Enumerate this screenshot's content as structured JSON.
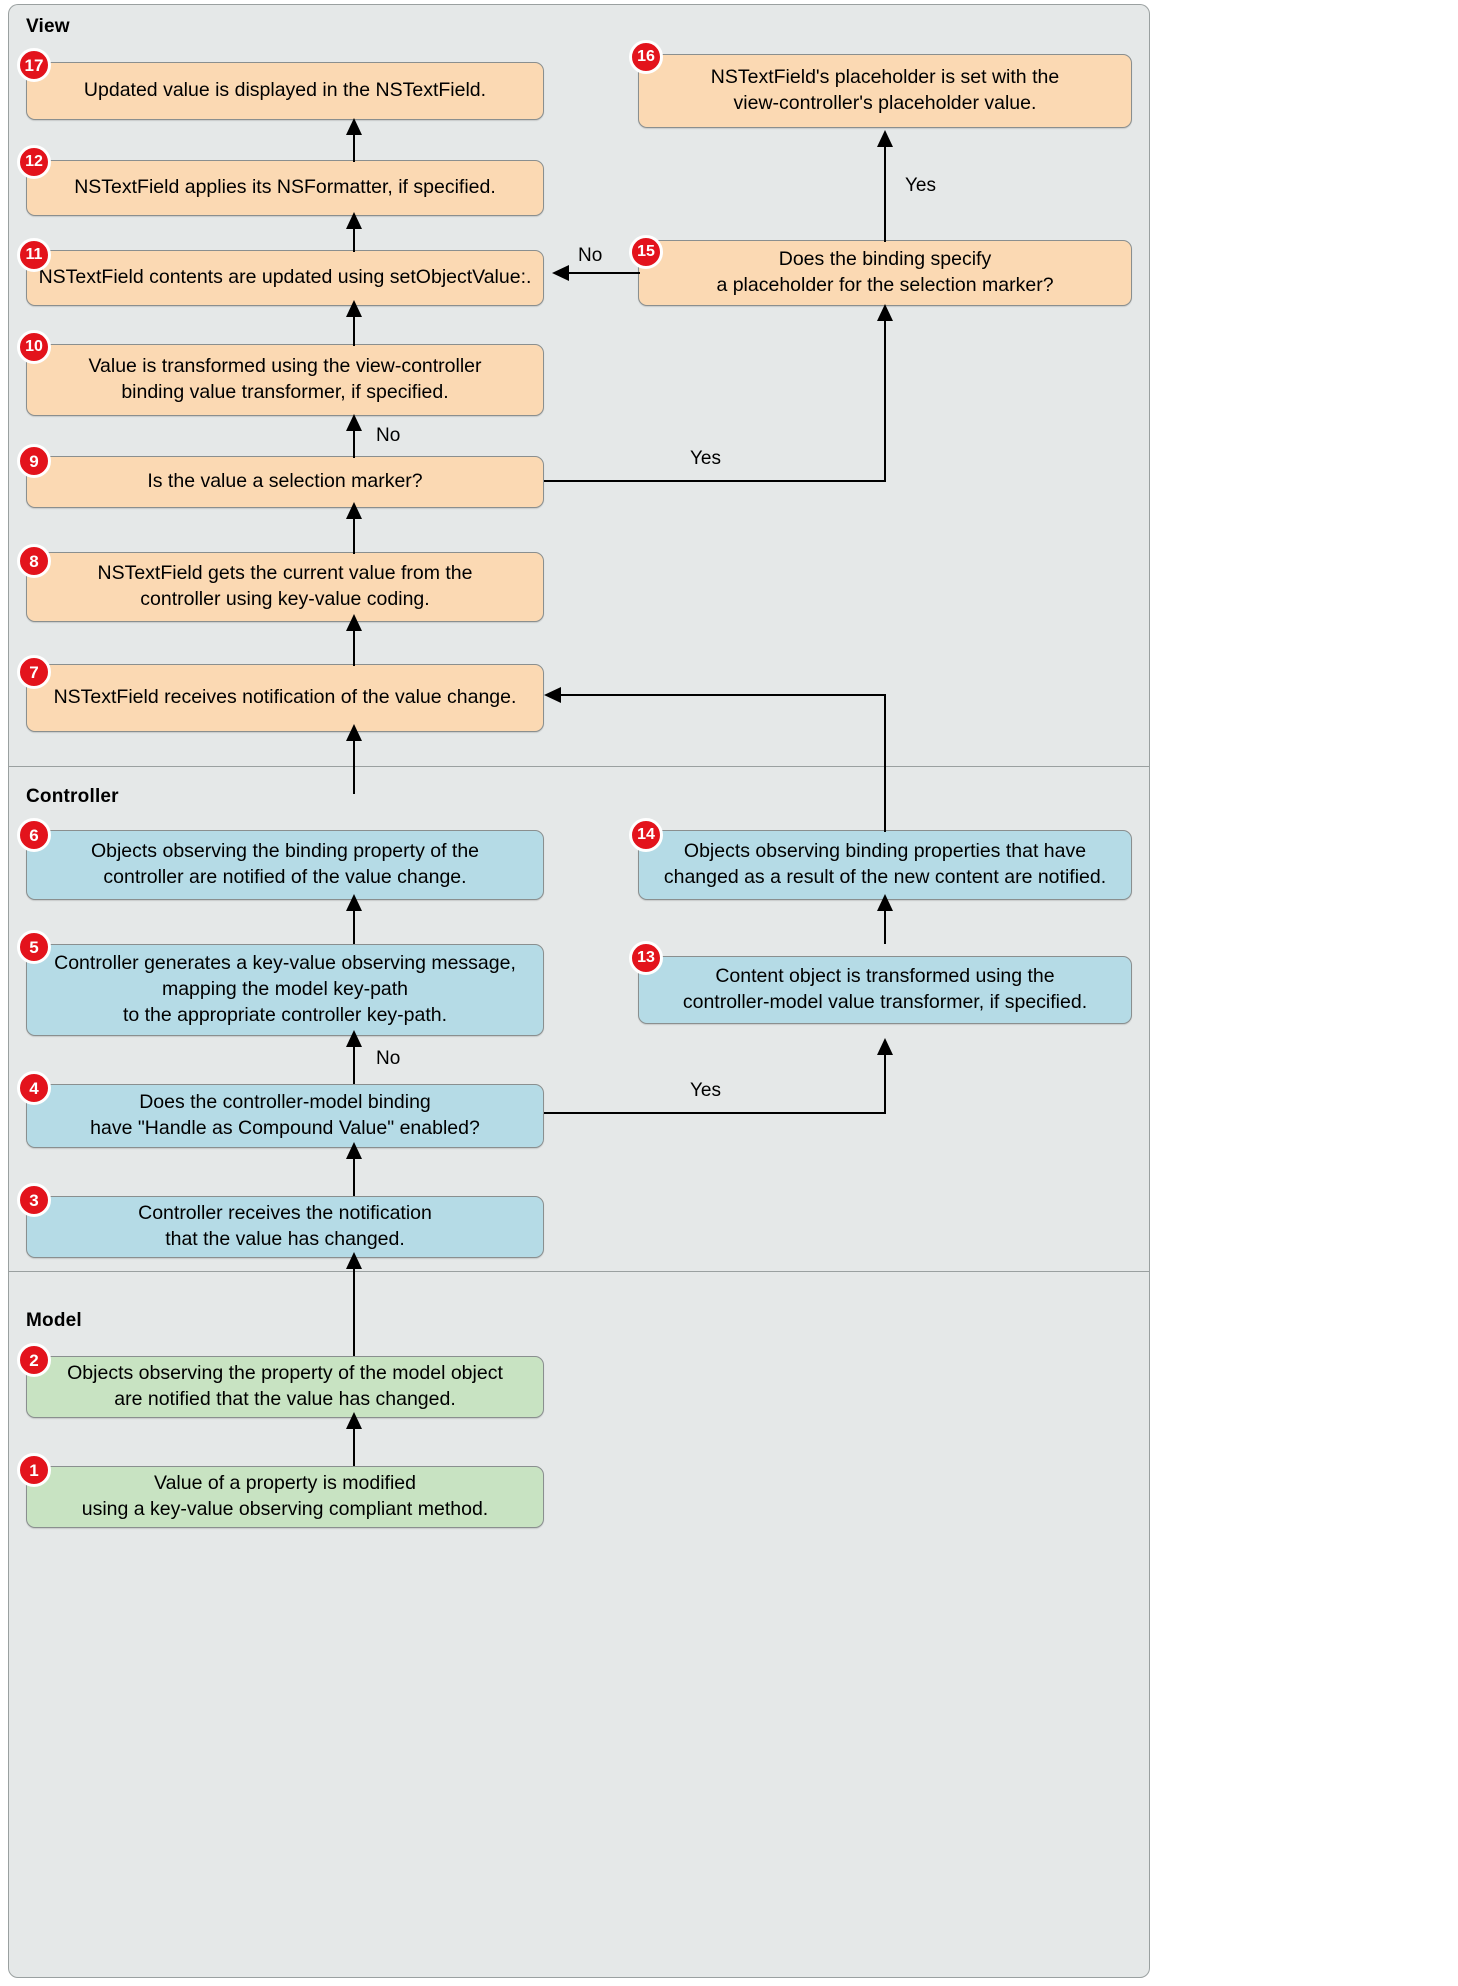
{
  "diagram": {
    "title": "Cocoa bindings value-change flow",
    "lanes": [
      {
        "id": "view",
        "label": "View",
        "fill": "#e5e8e8",
        "box_fill": "#fbd9b3"
      },
      {
        "id": "controller",
        "label": "Controller",
        "fill": "#e5e8e8",
        "box_fill": "#b5dbe6"
      },
      {
        "id": "model",
        "label": "Model",
        "fill": "#e5e8e8",
        "box_fill": "#c8e3c2"
      }
    ],
    "badge_color": "#e3131c",
    "steps": [
      {
        "num": "17",
        "lane": "view",
        "text": "Updated value is displayed in the NSTextField."
      },
      {
        "num": "16",
        "lane": "view",
        "text": "NSTextField's placeholder is set with the view-controller's placeholder value."
      },
      {
        "num": "12",
        "lane": "view",
        "text": "NSTextField applies its NSFormatter, if specified."
      },
      {
        "num": "15",
        "lane": "view",
        "text": "Does the binding specify a placeholder for the selection marker?"
      },
      {
        "num": "11",
        "lane": "view",
        "text": "NSTextField contents are updated using setObjectValue:."
      },
      {
        "num": "10",
        "lane": "view",
        "text": "Value is transformed using the view-controller binding value transformer, if specified."
      },
      {
        "num": "9",
        "lane": "view",
        "text": "Is the value a selection marker?"
      },
      {
        "num": "8",
        "lane": "view",
        "text": "NSTextField gets the current value from the controller using key-value coding."
      },
      {
        "num": "7",
        "lane": "view",
        "text": "NSTextField receives notification of the value change."
      },
      {
        "num": "6",
        "lane": "controller",
        "text": "Objects observing the binding property of the controller are notified of the value change."
      },
      {
        "num": "14",
        "lane": "controller",
        "text": "Objects observing binding properties that have changed as a result of the new content are notified."
      },
      {
        "num": "5",
        "lane": "controller",
        "text": "Controller generates a key-value observing message, mapping the model key-path to the appropriate controller key-path."
      },
      {
        "num": "13",
        "lane": "controller",
        "text": "Content object is transformed using the controller-model  value transformer, if specified."
      },
      {
        "num": "4",
        "lane": "controller",
        "text": "Does the controller-model binding have \"Handle as Compound Value\" enabled?"
      },
      {
        "num": "3",
        "lane": "controller",
        "text": "Controller receives the notification that the value has changed."
      },
      {
        "num": "2",
        "lane": "model",
        "text": "Objects observing the property of the model object are notified that the value has changed."
      },
      {
        "num": "1",
        "lane": "model",
        "text": "Value of a property is modified using a key-value observing compliant method."
      }
    ],
    "step_lines": {
      "s17": [
        "Updated value is displayed in the NSTextField."
      ],
      "s16": [
        "NSTextField's placeholder is set with the",
        "view-controller's placeholder value."
      ],
      "s12": [
        "NSTextField applies its NSFormatter, if specified."
      ],
      "s15": [
        "Does the binding specify",
        "a placeholder for the selection marker?"
      ],
      "s11": [
        "NSTextField contents are updated using setObjectValue:."
      ],
      "s10": [
        "Value is transformed using the view-controller",
        "binding value transformer, if specified."
      ],
      "s9": [
        "Is the value a selection marker?"
      ],
      "s8": [
        "NSTextField gets the current value from the",
        "controller using key-value coding."
      ],
      "s7": [
        "NSTextField receives notification of the value change."
      ],
      "s6": [
        "Objects observing the binding property of the",
        "controller are notified of the value change."
      ],
      "s14": [
        "Objects observing binding properties that have",
        "changed as a result of the new content are notified."
      ],
      "s5": [
        "Controller generates a key-value observing message,",
        "mapping the model key-path",
        "to the appropriate controller key-path."
      ],
      "s13": [
        "Content object is transformed using the",
        "controller-model  value transformer, if specified."
      ],
      "s4": [
        "Does the controller-model binding",
        "have \"Handle as Compound Value\" enabled?"
      ],
      "s3": [
        "Controller receives the notification",
        "that the value has changed."
      ],
      "s2": [
        "Objects observing the property of the model object",
        "are notified that the value has changed."
      ],
      "s1": [
        "Value of a property is modified",
        "using a key-value observing compliant method."
      ]
    },
    "edge_labels": {
      "e15_no": "No",
      "e15_yes": "Yes",
      "e9_no": "No",
      "e9_yes": "Yes",
      "e4_no": "No",
      "e4_yes": "Yes"
    },
    "badges": {
      "b1": "1",
      "b2": "2",
      "b3": "3",
      "b4": "4",
      "b5": "5",
      "b6": "6",
      "b7": "7",
      "b8": "8",
      "b9": "9",
      "b10": "10",
      "b11": "11",
      "b12": "12",
      "b13": "13",
      "b14": "14",
      "b15": "15",
      "b16": "16",
      "b17": "17"
    }
  }
}
